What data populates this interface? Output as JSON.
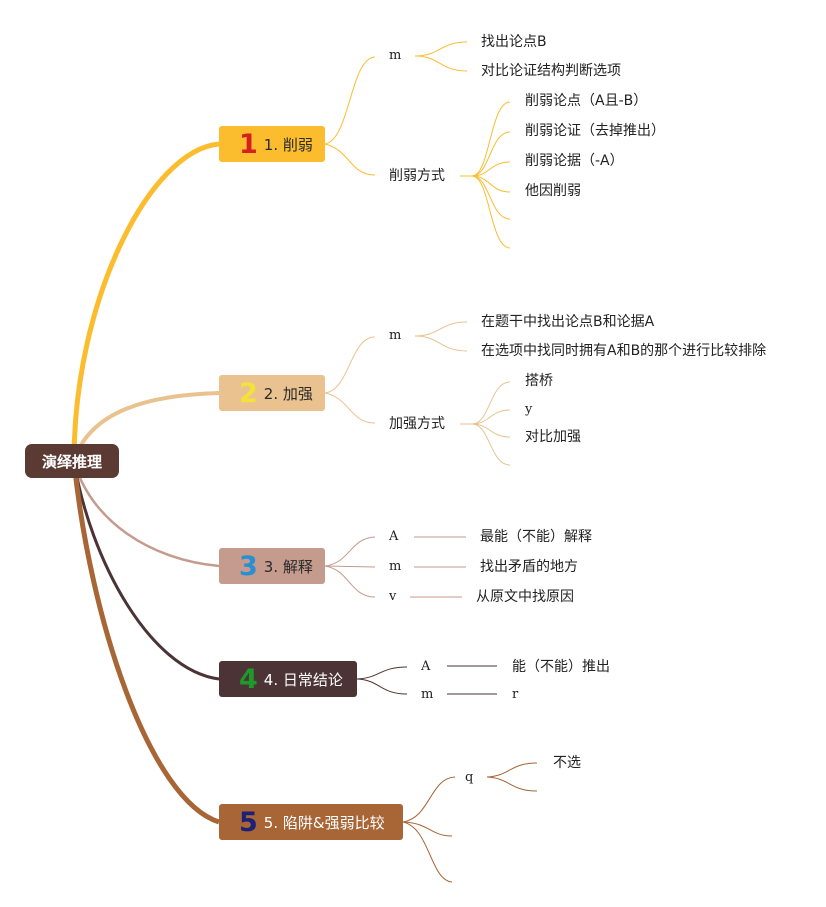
{
  "root": {
    "label": "演绎推理"
  },
  "colors": {
    "b1": "#fbbd2e",
    "b2": "#e9c290",
    "b3": "#c49b8c",
    "b4": "#4c3335",
    "b5": "#a86535",
    "num1": "#d61f1f",
    "num2": "#f4e23a",
    "num3": "#2a8fd2",
    "num4": "#1f9a2a",
    "num5": "#1c2078"
  },
  "branches": [
    {
      "num": "1",
      "label": "1. 削弱",
      "children": [
        {
          "label": "m",
          "children": [
            {
              "label": "找出论点B"
            },
            {
              "label": "对比论证结构判断选项"
            }
          ]
        },
        {
          "label": "削弱方式",
          "children": [
            {
              "label": "削弱论点（A且-B）"
            },
            {
              "label": "削弱论证（去掉推出）"
            },
            {
              "label": "削弱论据（-A）"
            },
            {
              "label": "他因削弱"
            },
            {
              "label": ""
            },
            {
              "label": ""
            }
          ]
        }
      ]
    },
    {
      "num": "2",
      "label": "2. 加强",
      "children": [
        {
          "label": "m",
          "children": [
            {
              "label": "在题干中找出论点B和论据A"
            },
            {
              "label": "在选项中找同时拥有A和B的那个进行比较排除"
            }
          ]
        },
        {
          "label": "加强方式",
          "children": [
            {
              "label": "搭桥"
            },
            {
              "label": "y"
            },
            {
              "label": "对比加强"
            },
            {
              "label": ""
            }
          ]
        }
      ]
    },
    {
      "num": "3",
      "label": "3. 解释",
      "children": [
        {
          "label": "A",
          "children": [
            {
              "label": "最能（不能）解释"
            }
          ]
        },
        {
          "label": "m",
          "children": [
            {
              "label": "找出矛盾的地方"
            }
          ]
        },
        {
          "label": "v",
          "children": [
            {
              "label": "从原文中找原因"
            }
          ]
        }
      ]
    },
    {
      "num": "4",
      "label": "4. 日常结论",
      "children": [
        {
          "label": "A",
          "children": [
            {
              "label": "能（不能）推出"
            }
          ]
        },
        {
          "label": "m",
          "children": [
            {
              "label": "r"
            }
          ]
        }
      ]
    },
    {
      "num": "5",
      "label": "5. 陷阱&强弱比较",
      "children": [
        {
          "label": "q",
          "children": [
            {
              "label": "不选"
            },
            {
              "label": ""
            }
          ]
        },
        {
          "label": ""
        },
        {
          "label": ""
        }
      ]
    }
  ]
}
